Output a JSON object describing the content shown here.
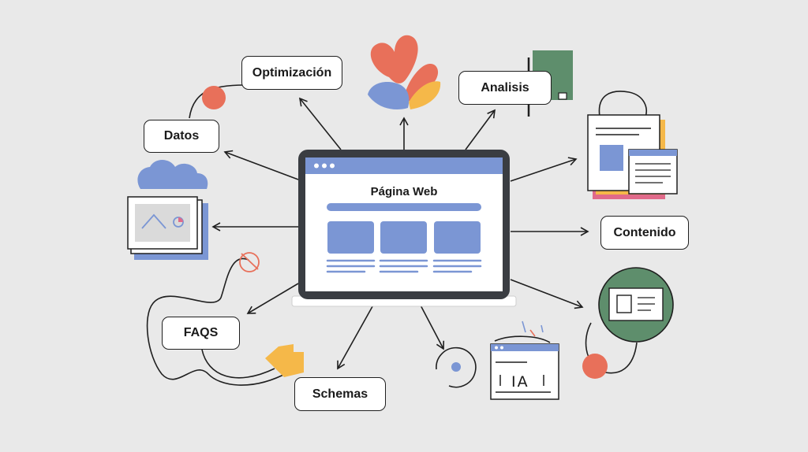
{
  "diagram": {
    "center": {
      "title": "Página Web"
    },
    "nodes": {
      "optimizacion": "Optimización",
      "datos": "Datos",
      "analisis": "Analisis",
      "contenido": "Contenido",
      "faqs": "FAQS",
      "schemas": "Schemas"
    },
    "ia_label": "IA"
  },
  "colors": {
    "background": "#e9e9e9",
    "accent_blue": "#7b96d4",
    "coral": "#e8705a",
    "yellow": "#f5b849",
    "green": "#5e8e6c",
    "pink": "#e06a8a",
    "dark": "#3a3d42"
  }
}
